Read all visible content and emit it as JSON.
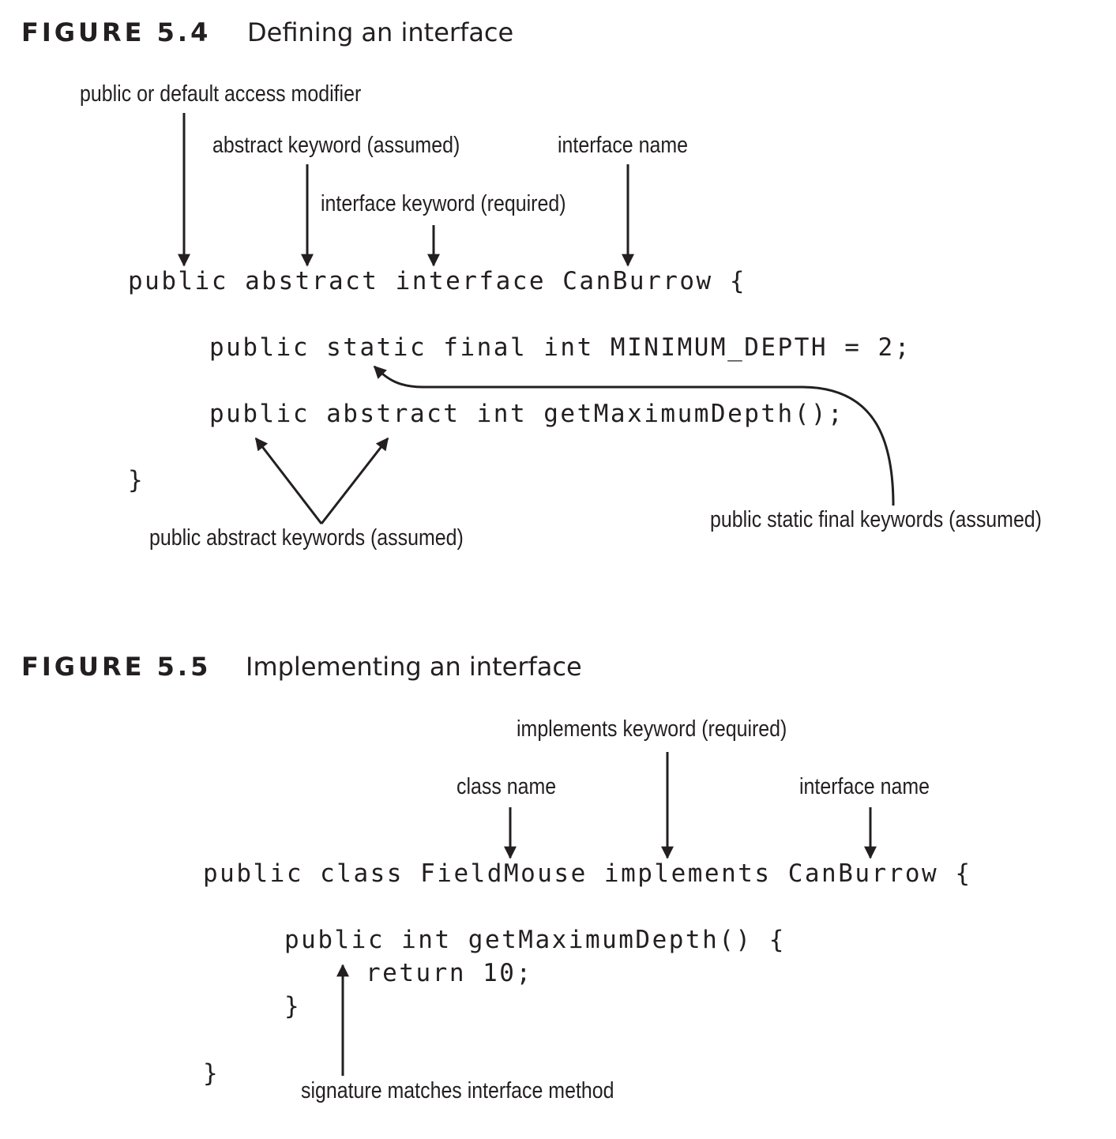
{
  "figure_5_4": {
    "number": "FIGURE 5.4",
    "title": "Defining an interface",
    "annotations": {
      "access_modifier": "public or default access modifier",
      "abstract_keyword": "abstract keyword (assumed)",
      "interface_name": "interface name",
      "interface_keyword": "interface keyword (required)",
      "public_abstract_keywords": "public abstract keywords (assumed)",
      "public_static_final_keywords": "public static final keywords (assumed)"
    },
    "code": {
      "line1": "public abstract interface CanBurrow {",
      "line2": "public static final int MINIMUM_DEPTH = 2;",
      "line3": "public abstract int getMaximumDepth();",
      "line4": "}"
    }
  },
  "figure_5_5": {
    "number": "FIGURE 5.5",
    "title": "Implementing an interface",
    "annotations": {
      "implements_keyword": "implements keyword (required)",
      "class_name": "class name",
      "interface_name": "interface name",
      "signature": "signature matches interface method"
    },
    "code": {
      "line1": "public class FieldMouse implements CanBurrow {",
      "line2": "public int getMaximumDepth() {",
      "line3": "return 10;",
      "line4": "}",
      "line5": "}"
    }
  }
}
